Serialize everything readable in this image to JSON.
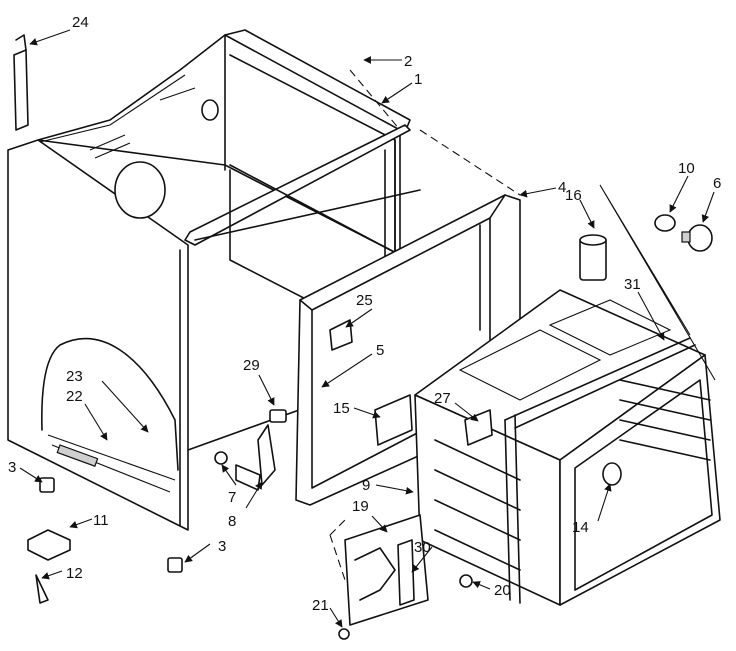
{
  "callouts": {
    "c1": "1",
    "c2": "2",
    "c3a": "3",
    "c3b": "3",
    "c4": "4",
    "c5": "5",
    "c6": "6",
    "c7": "7",
    "c8": "8",
    "c9": "9",
    "c10": "10",
    "c11": "11",
    "c12": "12",
    "c14": "14",
    "c15": "15",
    "c16": "16",
    "c19": "19",
    "c20": "20",
    "c21": "21",
    "c22": "22",
    "c23": "23",
    "c24": "24",
    "c25": "25",
    "c27": "27",
    "c29": "29",
    "c30": "30",
    "c31": "31"
  }
}
